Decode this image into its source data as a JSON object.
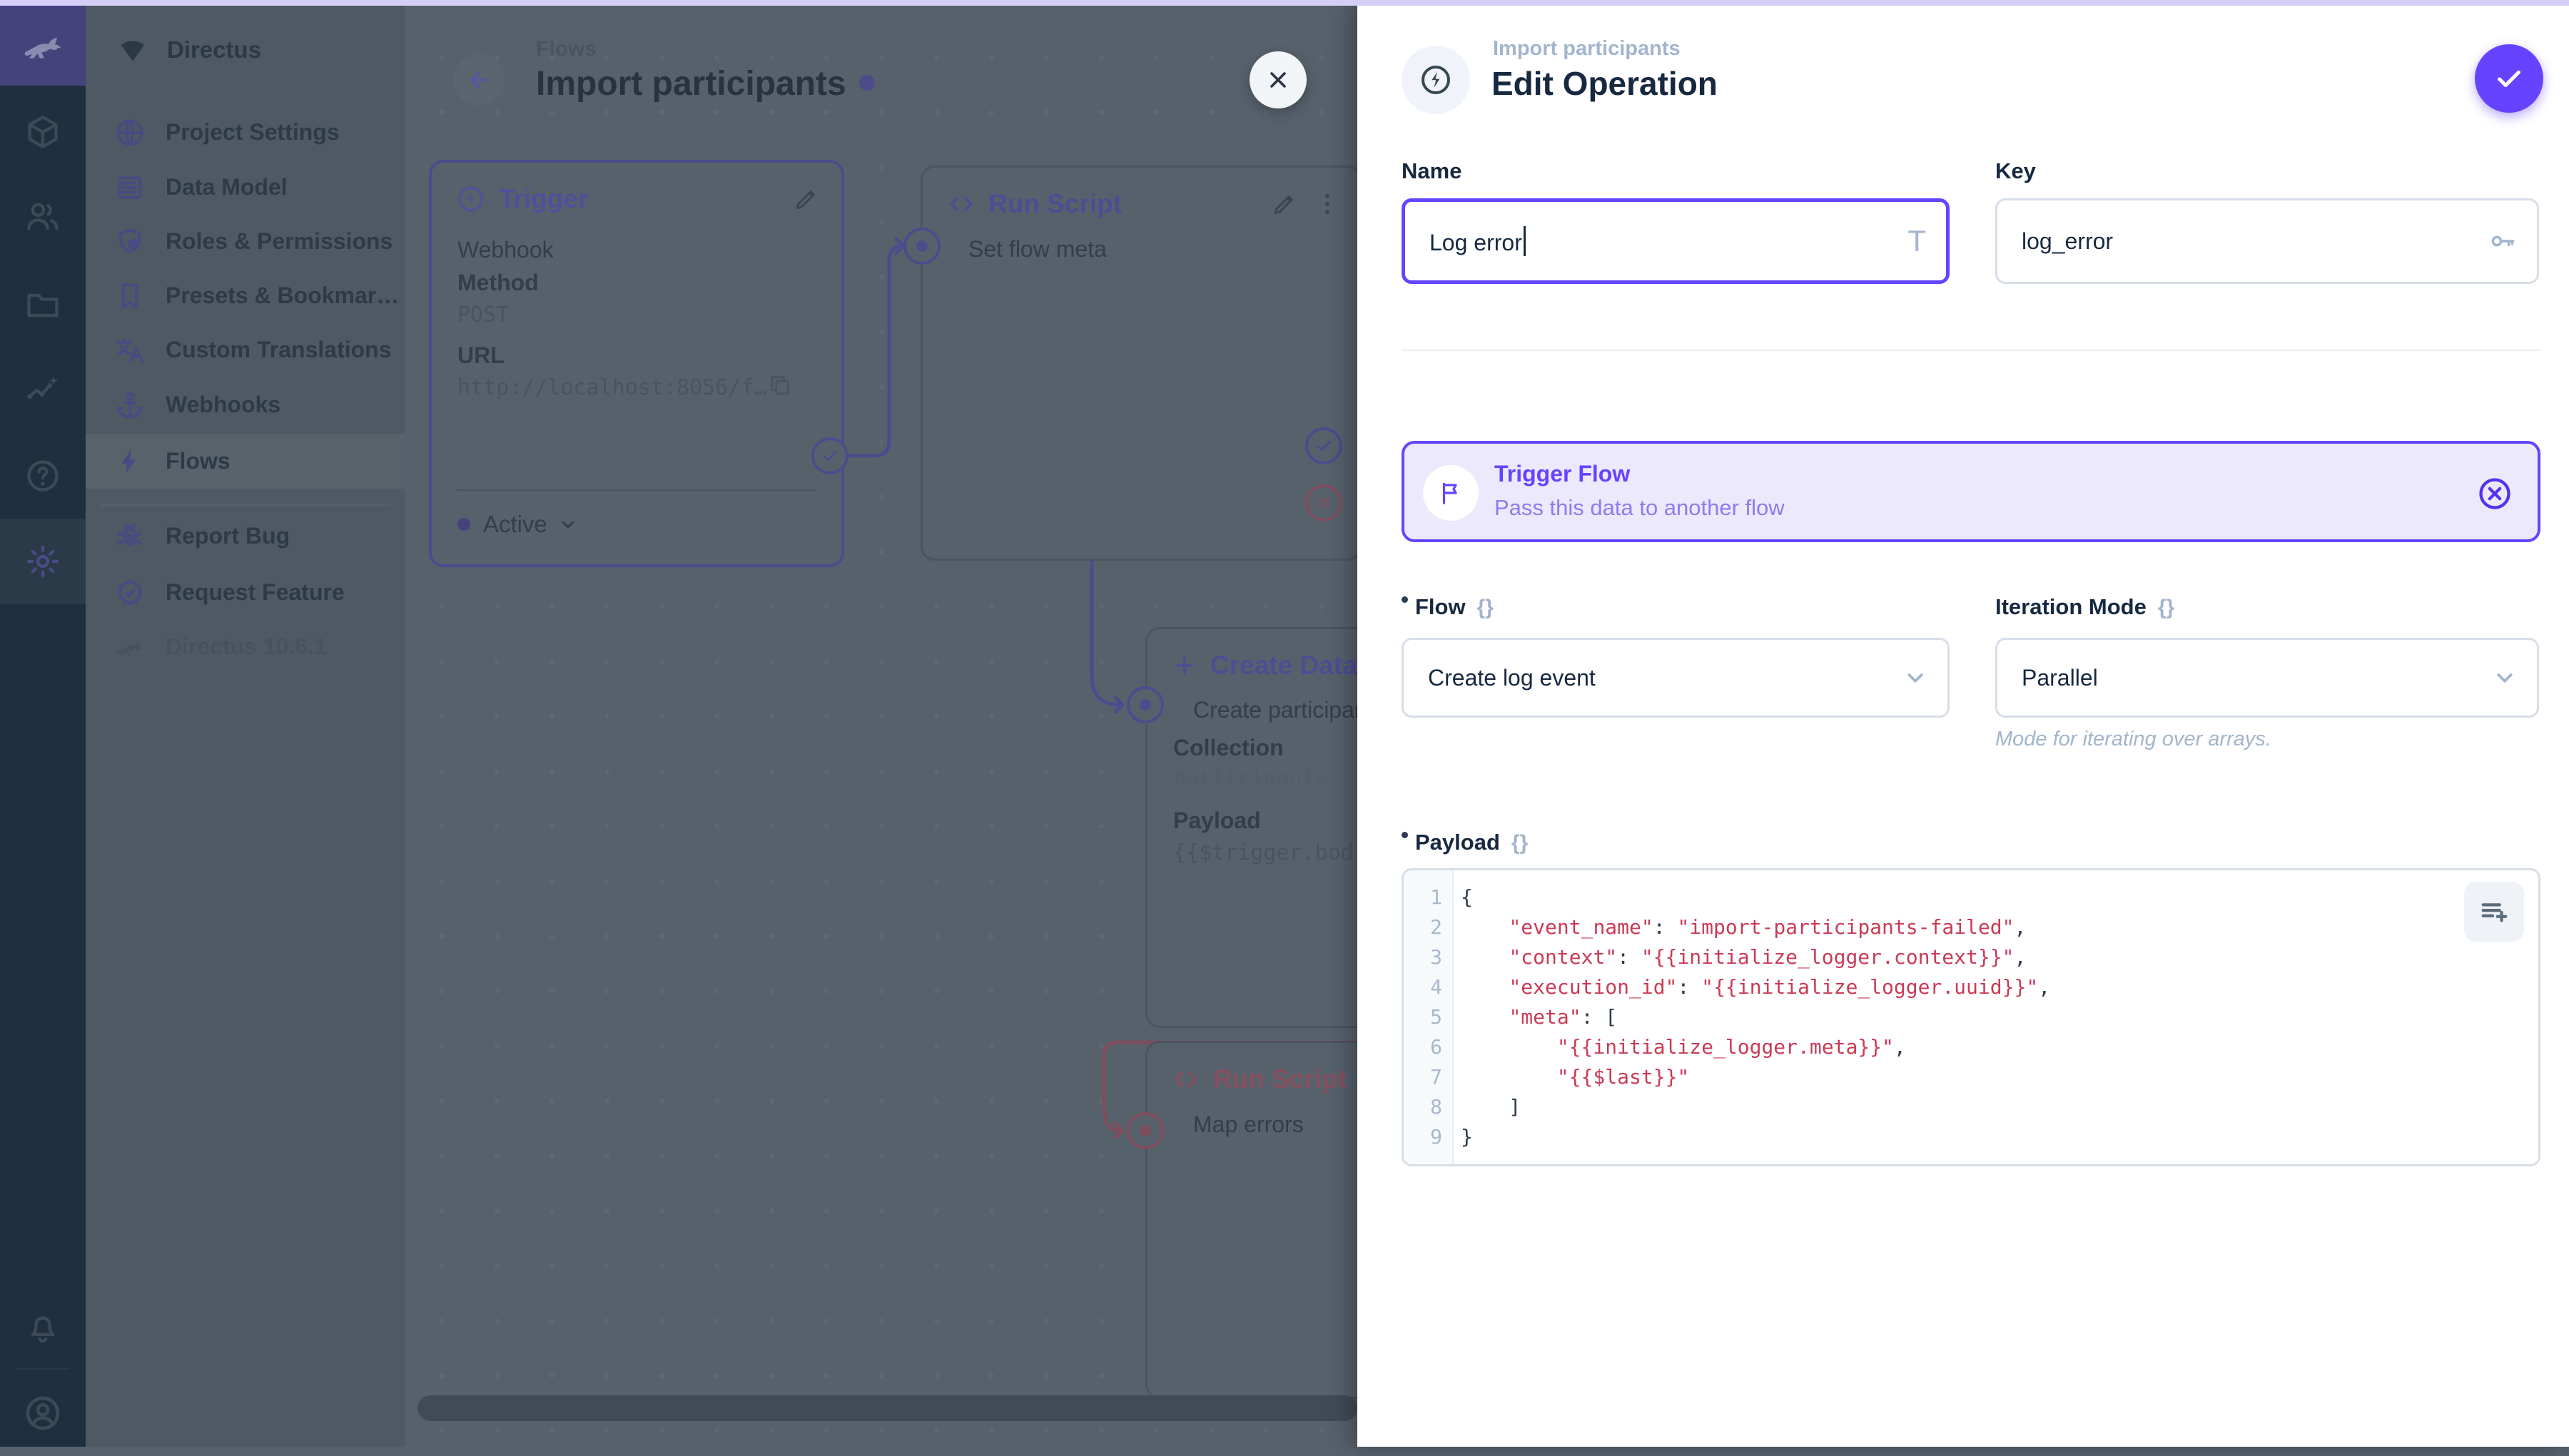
{
  "colors": {
    "accent": "#6644FF",
    "banner_bg": "#EDE9FC",
    "code_string": "#C93B56",
    "top_strip": "#D5CEF7"
  },
  "module_bar": {
    "icons": [
      "directus-rabbit-icon",
      "content-module-icon",
      "users-module-icon",
      "files-module-icon",
      "insights-module-icon",
      "help-module-icon",
      "settings-module-icon",
      "notifications-bell-icon",
      "account-circle-icon"
    ]
  },
  "sidebar": {
    "title": "Directus",
    "items": [
      {
        "label": "Project Settings",
        "icon": "globe-icon"
      },
      {
        "label": "Data Model",
        "icon": "data-model-icon"
      },
      {
        "label": "Roles & Permissions",
        "icon": "shield-user-icon"
      },
      {
        "label": "Presets & Bookmar…",
        "icon": "bookmark-icon"
      },
      {
        "label": "Custom Translations",
        "icon": "translate-icon"
      },
      {
        "label": "Webhooks",
        "icon": "anchor-icon"
      },
      {
        "label": "Flows",
        "icon": "bolt-icon"
      }
    ],
    "footer_items": [
      {
        "label": "Report Bug",
        "icon": "bug-icon"
      },
      {
        "label": "Request Feature",
        "icon": "badge-check-icon"
      }
    ],
    "version": "Directus 10.6.1"
  },
  "flow_canvas": {
    "breadcrumb": "Flows",
    "title": "Import participants",
    "trigger_panel": {
      "title": "Trigger",
      "type": "Webhook",
      "method_label": "Method",
      "method_value": "POST",
      "url_label": "URL",
      "url_value": "http://localhost:8056/f…",
      "status": "Active"
    },
    "run_script_panel": {
      "title": "Run Script",
      "name": "Set flow meta"
    },
    "create_data_panel": {
      "title": "Create Data",
      "name": "Create participant",
      "collection_label": "Collection",
      "collection_value": "participants",
      "payload_label": "Payload",
      "payload_value": "{{$trigger.bod"
    },
    "map_errors_panel": {
      "title": "Run Script",
      "name": "Map errors"
    }
  },
  "drawer": {
    "breadcrumb": "Import participants",
    "title": "Edit Operation",
    "braces_glyph": "{}",
    "name_field": {
      "label": "Name",
      "value": "Log error",
      "icon_glyph": "T"
    },
    "key_field": {
      "label": "Key",
      "value": "log_error"
    },
    "banner": {
      "title": "Trigger Flow",
      "subtitle": "Pass this data to another flow"
    },
    "flow_field": {
      "label": "Flow",
      "value": "Create log event"
    },
    "iteration_field": {
      "label": "Iteration Mode",
      "value": "Parallel",
      "note": "Mode for iterating over arrays."
    },
    "payload_field": {
      "label": "Payload"
    },
    "code": {
      "lines": [
        {
          "n": "1",
          "segs": [
            [
              "p",
              "{"
            ]
          ]
        },
        {
          "n": "2",
          "segs": [
            [
              "p",
              "    "
            ],
            [
              "s",
              "\"event_name\""
            ],
            [
              "p",
              ": "
            ],
            [
              "s",
              "\"import-participants-failed\""
            ],
            [
              "p",
              ","
            ]
          ]
        },
        {
          "n": "3",
          "segs": [
            [
              "p",
              "    "
            ],
            [
              "s",
              "\"context\""
            ],
            [
              "p",
              ": "
            ],
            [
              "s",
              "\"{{initialize_logger.context}}\""
            ],
            [
              "p",
              ","
            ]
          ]
        },
        {
          "n": "4",
          "segs": [
            [
              "p",
              "    "
            ],
            [
              "s",
              "\"execution_id\""
            ],
            [
              "p",
              ": "
            ],
            [
              "s",
              "\"{{initialize_logger.uuid}}\""
            ],
            [
              "p",
              ","
            ]
          ]
        },
        {
          "n": "5",
          "segs": [
            [
              "p",
              "    "
            ],
            [
              "s",
              "\"meta\""
            ],
            [
              "p",
              ": ["
            ]
          ]
        },
        {
          "n": "6",
          "segs": [
            [
              "p",
              "        "
            ],
            [
              "s",
              "\"{{initialize_logger.meta}}\""
            ],
            [
              "p",
              ","
            ]
          ]
        },
        {
          "n": "7",
          "segs": [
            [
              "p",
              "        "
            ],
            [
              "s",
              "\"{{$last}}\""
            ]
          ]
        },
        {
          "n": "8",
          "segs": [
            [
              "p",
              "    ]"
            ]
          ]
        },
        {
          "n": "9",
          "segs": [
            [
              "p",
              "}"
            ]
          ]
        }
      ]
    }
  }
}
